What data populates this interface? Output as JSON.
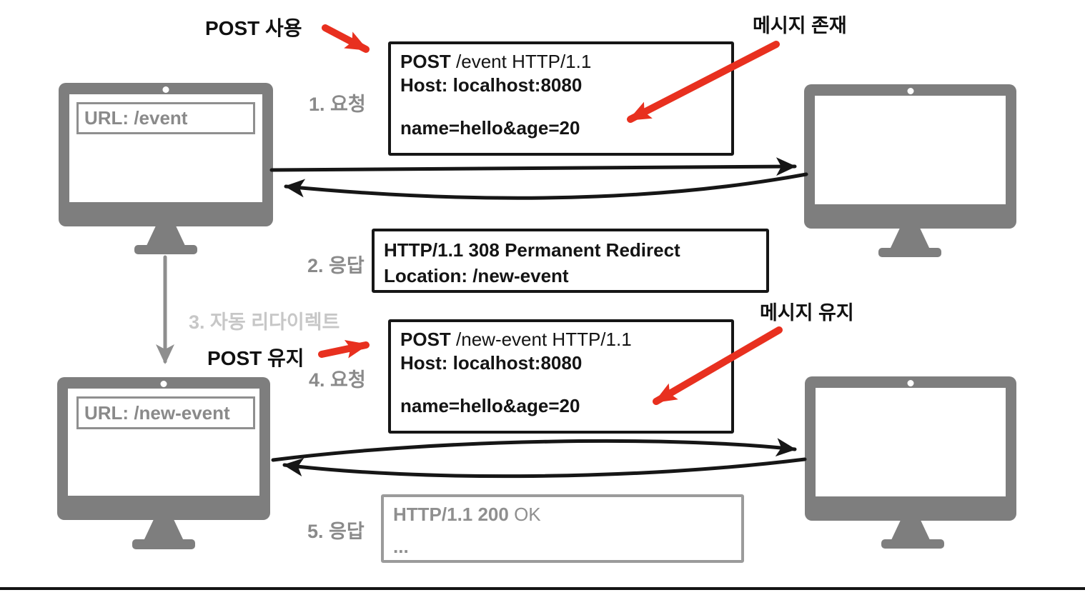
{
  "palette": {
    "accent_red": "#e8301f",
    "monitor_gray": "#7e7e7e",
    "label_gray": "#8a8a8a",
    "faded_gray": "#c7c7c7",
    "box_border_black": "#161616",
    "muted_box_gray": "#9b9b9b"
  },
  "annotations": {
    "post_use": "POST 사용",
    "message_exists": "메시지 존재",
    "auto_redirect": "3. 자동 리다이렉트",
    "post_keep": "POST 유지",
    "message_keep": "메시지 유지"
  },
  "steps": {
    "step1": "1. 요청",
    "step2": "2. 응답",
    "step4": "4. 요청",
    "step5": "5. 응답"
  },
  "monitors": {
    "client_top": {
      "url": "URL: /event"
    },
    "client_bottom": {
      "url": "URL: /new-event"
    }
  },
  "boxes": {
    "request1": {
      "method": "POST",
      "target": " /event HTTP/1.1",
      "host": "Host: localhost:8080",
      "body": "name=hello&age=20"
    },
    "response_redirect": {
      "protocol": "HTTP/1.1",
      "status": " 308 Permanent Redirect",
      "location": "Location: /new-event"
    },
    "request2": {
      "method": "POST",
      "target": " /new-event HTTP/1.1",
      "host": "Host: localhost:8080",
      "body": "name=hello&age=20"
    },
    "response_ok": {
      "protocol": "HTTP/1.1",
      "status": " 200",
      "status_text": " OK",
      "body": "..."
    }
  }
}
